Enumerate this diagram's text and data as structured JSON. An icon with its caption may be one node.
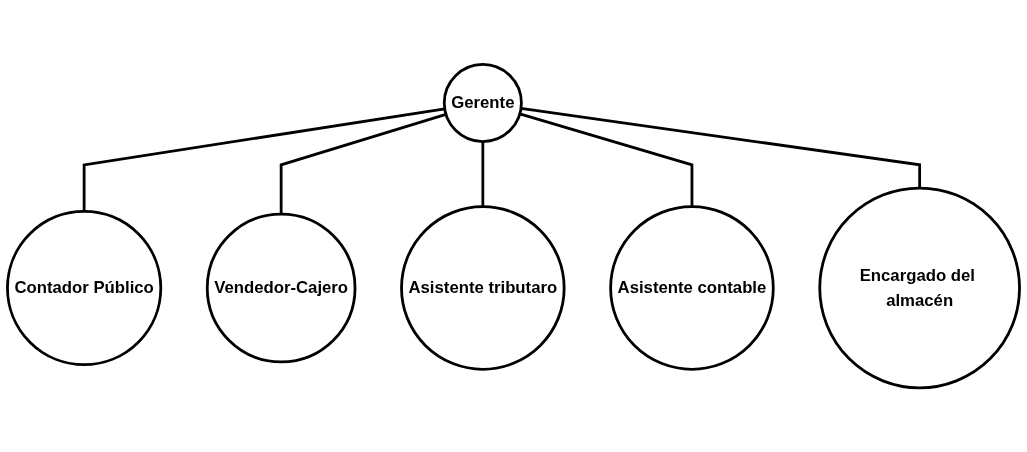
{
  "diagram": {
    "nodes": [
      {
        "text": [
          "Gerente"
        ]
      },
      {
        "text": [
          "Contador Público"
        ]
      },
      {
        "text": [
          "Vendedor-Cajero"
        ]
      },
      {
        "text": [
          "Asistente tributaro"
        ]
      },
      {
        "text": [
          "Asistente contable"
        ]
      },
      {
        "text": [
          "Encargado del almacén"
        ]
      }
    ],
    "edges": [
      {
        "from": 0,
        "to": 1,
        "arrow": "none"
      },
      {
        "from": 0,
        "to": 2,
        "arrow": "none"
      },
      {
        "from": 0,
        "to": 3,
        "arrow": "none"
      },
      {
        "from": 0,
        "to": 4,
        "arrow": "none"
      },
      {
        "from": 0,
        "to": 5,
        "arrow": "none"
      }
    ]
  }
}
